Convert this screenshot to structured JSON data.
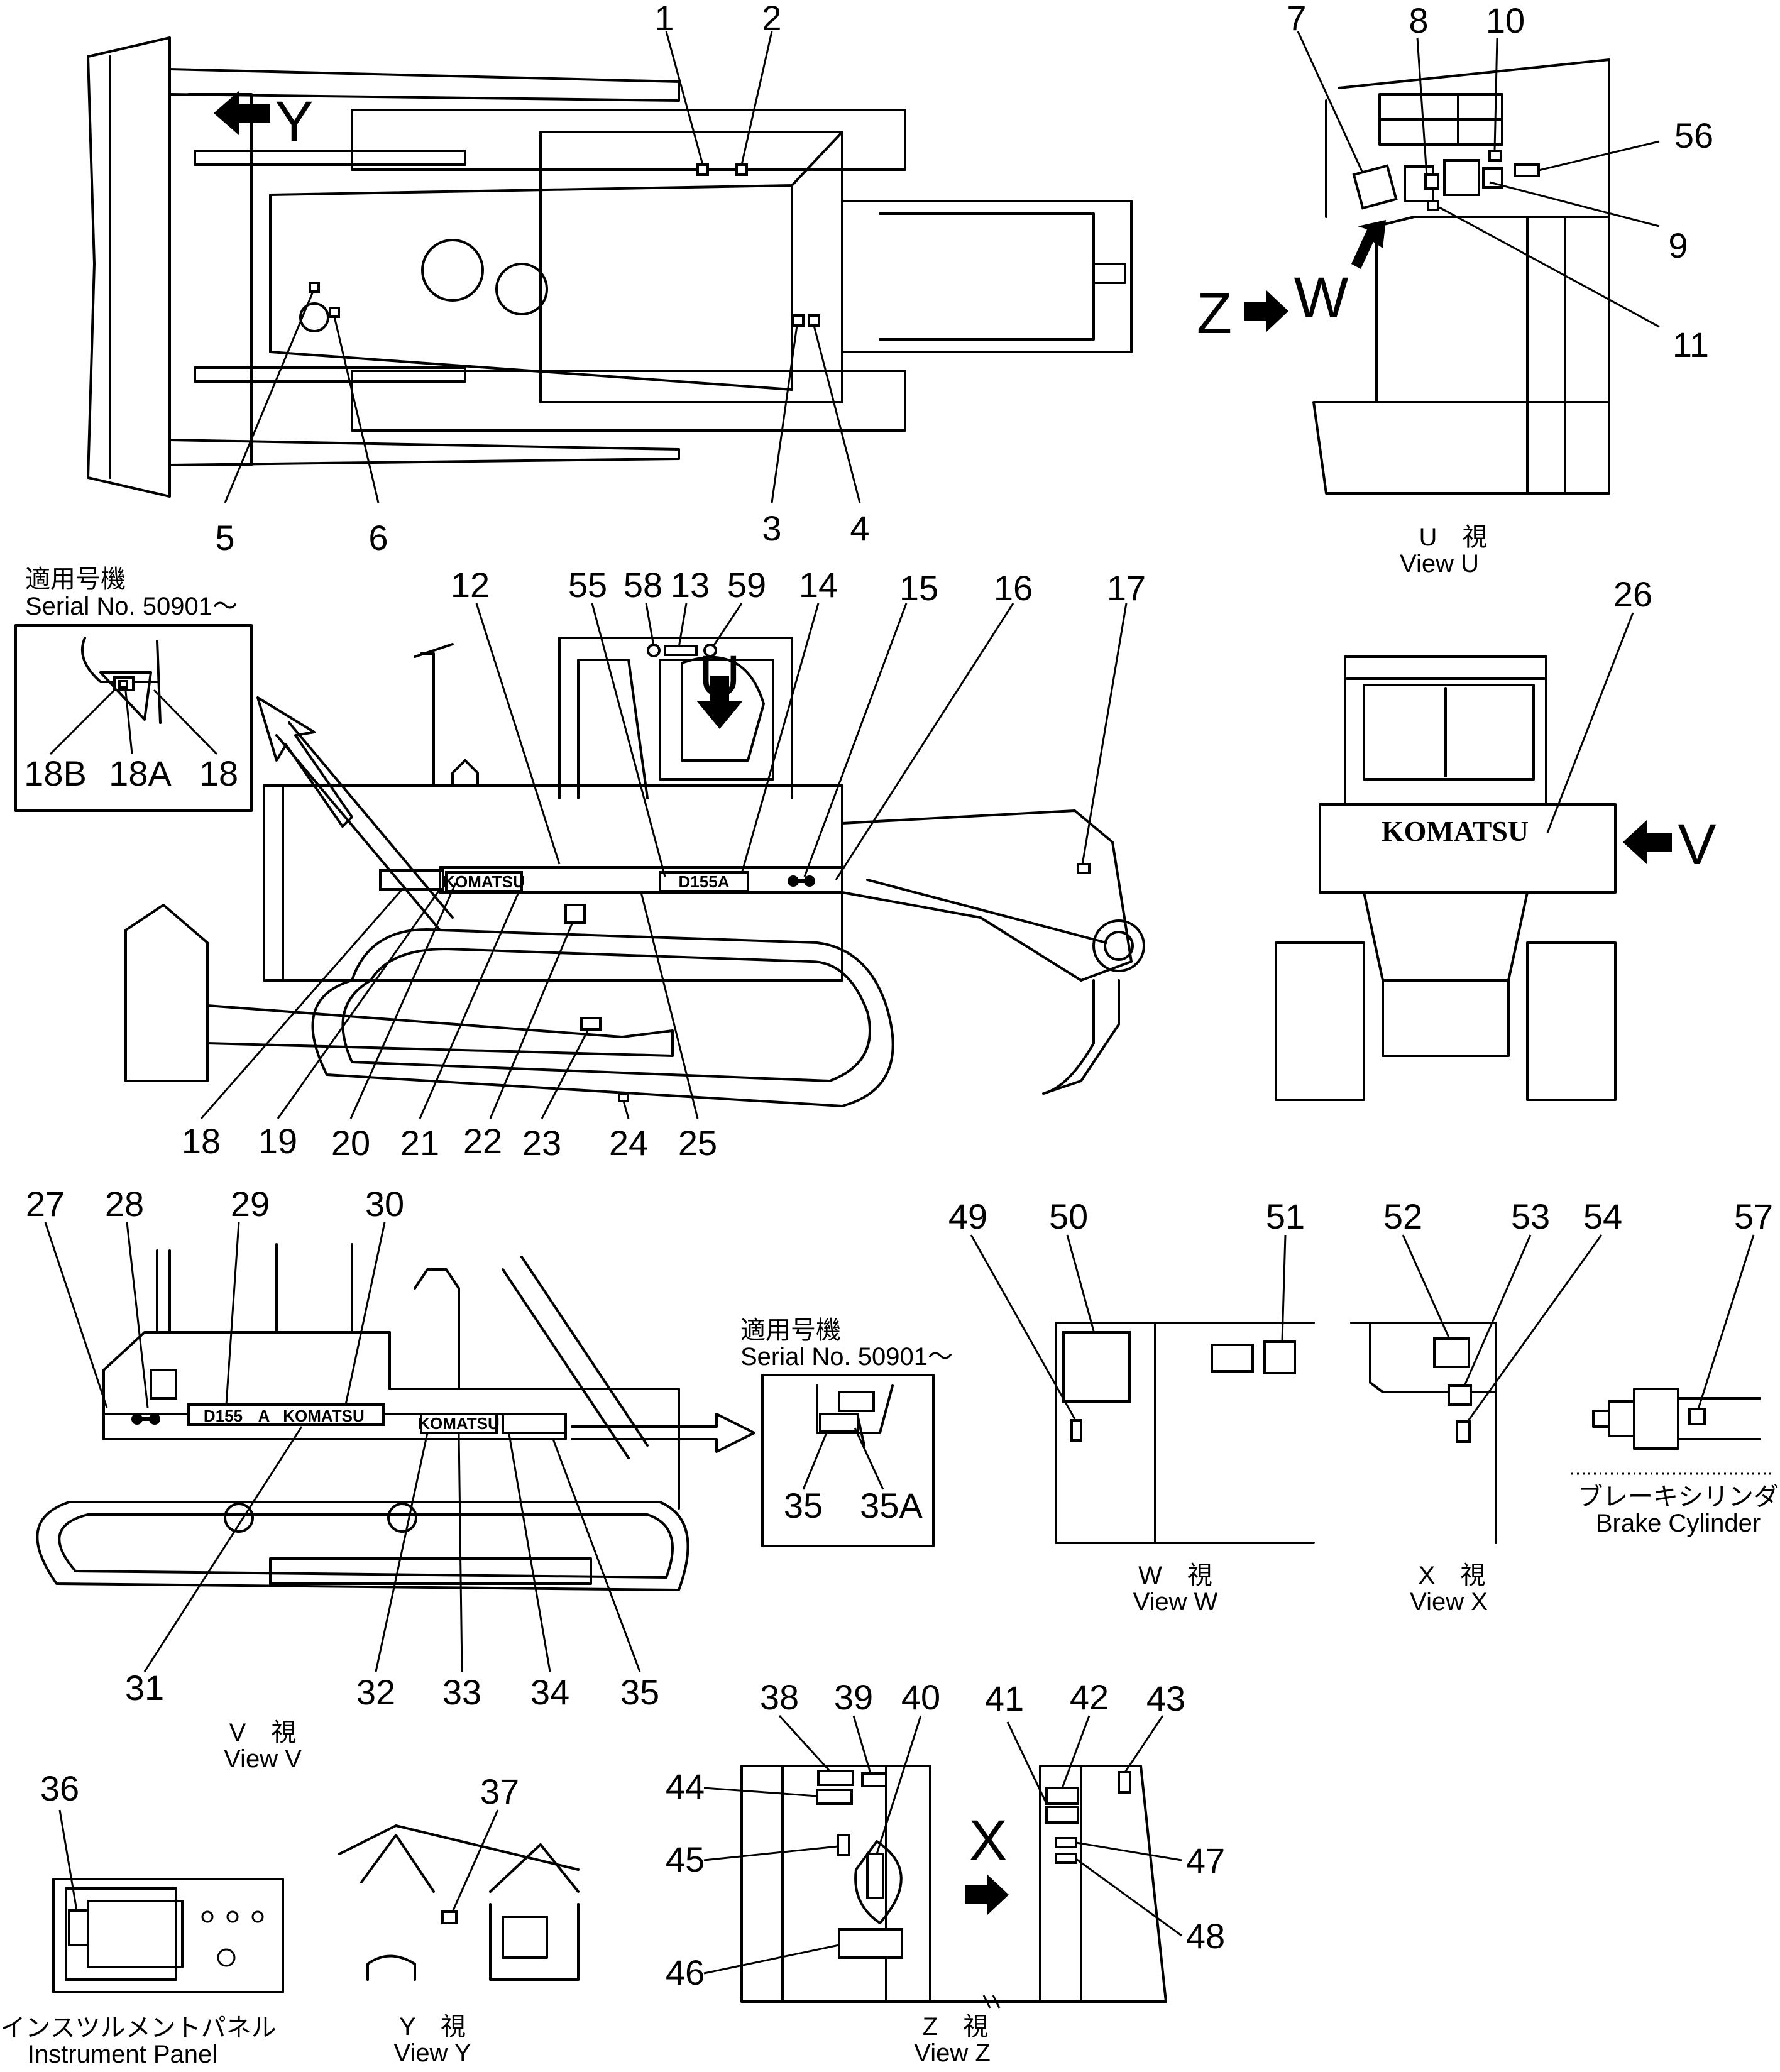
{
  "callouts": [
    "1",
    "2",
    "3",
    "4",
    "5",
    "6",
    "7",
    "8",
    "9",
    "10",
    "11",
    "12",
    "13",
    "14",
    "15",
    "16",
    "17",
    "18",
    "19",
    "20",
    "21",
    "22",
    "23",
    "24",
    "25",
    "26",
    "27",
    "28",
    "29",
    "30",
    "31",
    "32",
    "33",
    "34",
    "35",
    "36",
    "37",
    "38",
    "39",
    "40",
    "41",
    "42",
    "43",
    "44",
    "45",
    "46",
    "47",
    "48",
    "49",
    "50",
    "51",
    "52",
    "53",
    "54",
    "55",
    "56",
    "57",
    "58",
    "59"
  ],
  "inset_callouts": {
    "c18b": "18B",
    "c18a": "18A",
    "c35a": "35A"
  },
  "view_letters": {
    "y": "Y",
    "w": "W",
    "z": "Z",
    "u": "U",
    "v": "V",
    "x": "X"
  },
  "captions": {
    "view_u": {
      "jp": "U　視",
      "en": "View  U"
    },
    "view_v": {
      "jp": "V　視",
      "en": "View  V"
    },
    "view_w": {
      "jp": "W　視",
      "en": "View  W"
    },
    "view_x": {
      "jp": "X　視",
      "en": "View  X"
    },
    "view_y": {
      "jp": "Y　視",
      "en": "View  Y"
    },
    "view_z": {
      "jp": "Z　視",
      "en": "View  Z"
    },
    "instrument_panel": {
      "jp": "インスツルメントパネル",
      "en": "Instrument  Panel"
    },
    "brake_cylinder": {
      "jp": "ブレーキシリンダ",
      "en": "Brake  Cylinder"
    }
  },
  "serial_note": {
    "jp": "適用号機",
    "en": "Serial  No.  50901～"
  },
  "decals": {
    "model": "D155A",
    "model_split_1": "D155",
    "model_split_2": "A",
    "brand": "KOMATSU",
    "brand_large": "KOMATSU"
  },
  "icons": [
    "arrow-icon",
    "decal-icon"
  ]
}
